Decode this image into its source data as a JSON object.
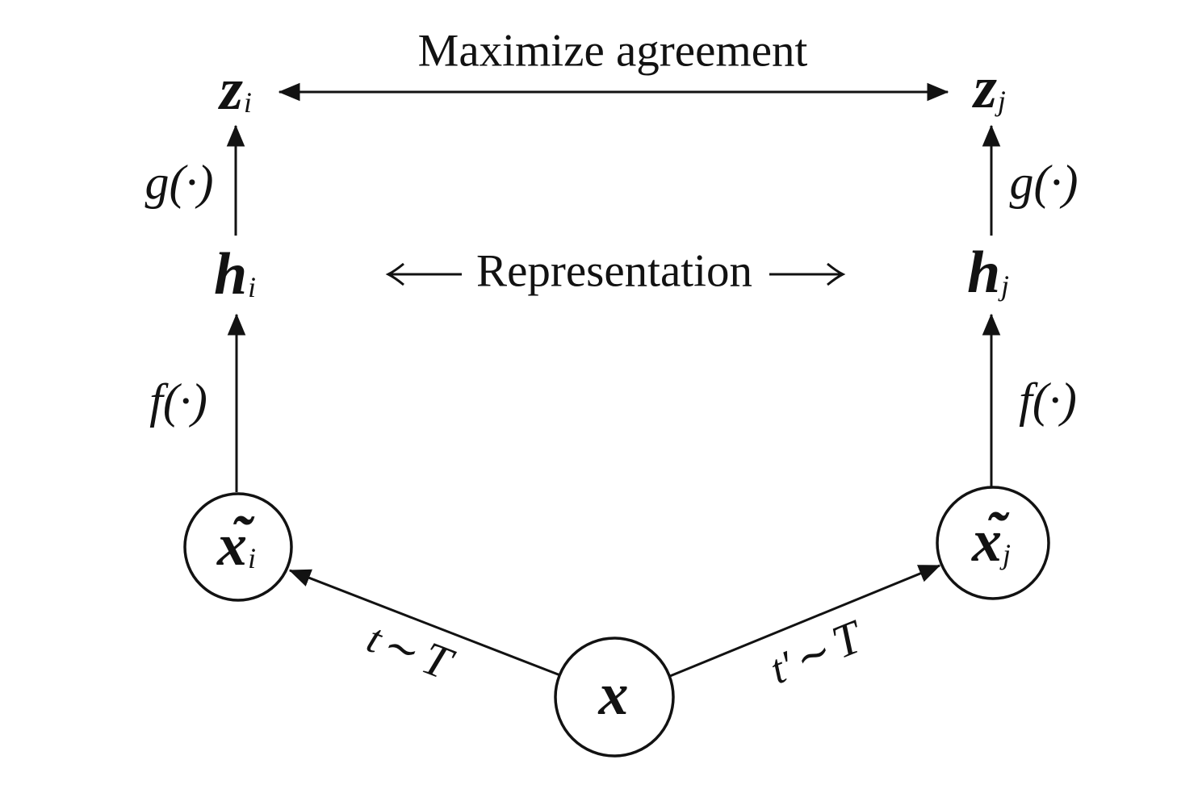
{
  "figure": {
    "top_label": "Maximize agreement",
    "representation_label": "Representation",
    "nodes": {
      "x": {
        "base": "x"
      },
      "x_i": {
        "tilde": "˜",
        "base": "x",
        "sub": "i"
      },
      "x_j": {
        "tilde": "˜",
        "base": "x",
        "sub": "j"
      },
      "h_i": {
        "base": "h",
        "sub": "i"
      },
      "h_j": {
        "base": "h",
        "sub": "j"
      },
      "z_i": {
        "base": "z",
        "sub": "i"
      },
      "z_j": {
        "base": "z",
        "sub": "j"
      }
    },
    "functions": {
      "f_left": "f(·)",
      "f_right": "f(·)",
      "g_left": "g(·)",
      "g_right": "g(·)"
    },
    "transformations": {
      "left": {
        "var": "t",
        "sim": "∼",
        "dist": "T"
      },
      "right": {
        "var": "t′",
        "sim": "∼",
        "dist": "T"
      }
    },
    "colors": {
      "ink": "#121212",
      "background": "#ffffff"
    }
  }
}
